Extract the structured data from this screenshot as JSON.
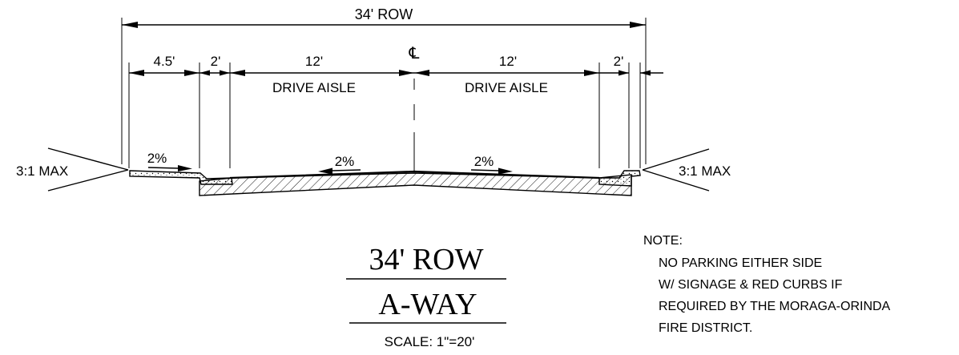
{
  "dimensions": {
    "row_total": "34' ROW",
    "left_slope_width": "4.5'",
    "left_curb": "2'",
    "left_lane": "12'",
    "right_lane": "12'",
    "right_curb": "2'",
    "lane_label_left": "DRIVE AISLE",
    "lane_label_right": "DRIVE AISLE"
  },
  "centerline_symbol": "℄",
  "slopes": {
    "left_side": "3:1 MAX",
    "right_side": "3:1 MAX",
    "left_shoulder": "2%",
    "left_lane": "2%",
    "right_lane": "2%"
  },
  "title": {
    "line1": "34' ROW",
    "line2": "A-WAY",
    "scale": "SCALE: 1\"=20'"
  },
  "note": {
    "heading": "NOTE:",
    "lines": [
      "NO PARKING EITHER SIDE",
      "W/ SIGNAGE & RED CURBS IF",
      "REQUIRED BY THE MORAGA-ORINDA",
      "FIRE DISTRICT."
    ]
  }
}
